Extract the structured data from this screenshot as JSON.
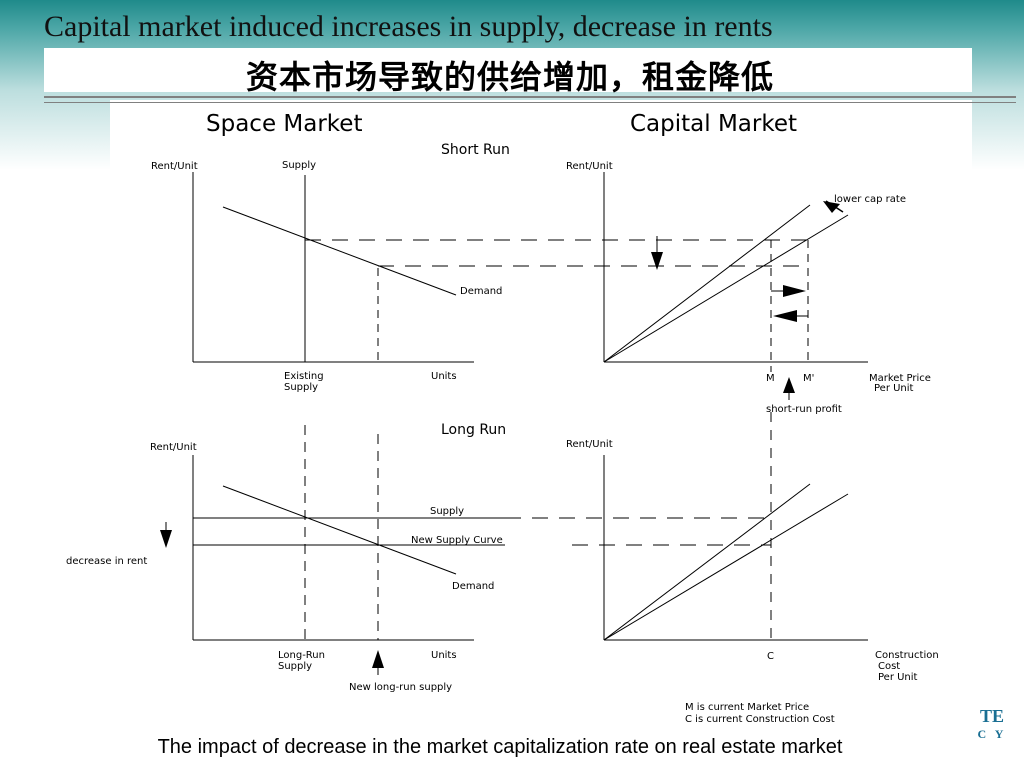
{
  "slide": {
    "title_en": "Capital market induced increases in supply, decrease in rents",
    "title_cn": "资本市场导致的供给增加，租金降低",
    "caption": "The impact of decrease in the market capitalization rate on real estate market",
    "logo_line1": "TE",
    "logo_line2": "C Y"
  },
  "diagram": {
    "space_market_title": "Space Market",
    "capital_market_title": "Capital Market",
    "short_run_label": "Short Run",
    "long_run_label": "Long Run",
    "short_run_space": {
      "y_axis": "Rent/Unit",
      "supply": "Supply",
      "demand": "Demand",
      "x_axis": "Units",
      "existing_supply_line1": "Existing",
      "existing_supply_line2": "Supply"
    },
    "short_run_capital": {
      "y_axis": "Rent/Unit",
      "lower_cap_rate": "lower cap rate",
      "market_price_line1": "Market Price",
      "market_price_line2": "Per Unit",
      "m_label": "M",
      "m_prime_label": "M'",
      "short_run_profit": "short-run profit"
    },
    "long_run_space": {
      "y_axis": "Rent/Unit",
      "supply": "Supply",
      "new_supply_curve": "New Supply Curve",
      "demand": "Demand",
      "decrease_in_rent": "decrease in rent",
      "x_axis": "Units",
      "long_run_supply_line1": "Long-Run",
      "long_run_supply_line2": "Supply",
      "new_long_run_supply": "New long-run supply"
    },
    "long_run_capital": {
      "y_axis": "Rent/Unit",
      "c_label": "C",
      "construction_line1": "Construction",
      "construction_line2": "Cost",
      "construction_line3": "Per Unit"
    },
    "legend": {
      "m_note": "M is current Market Price",
      "c_note": "C is current Construction Cost"
    }
  }
}
